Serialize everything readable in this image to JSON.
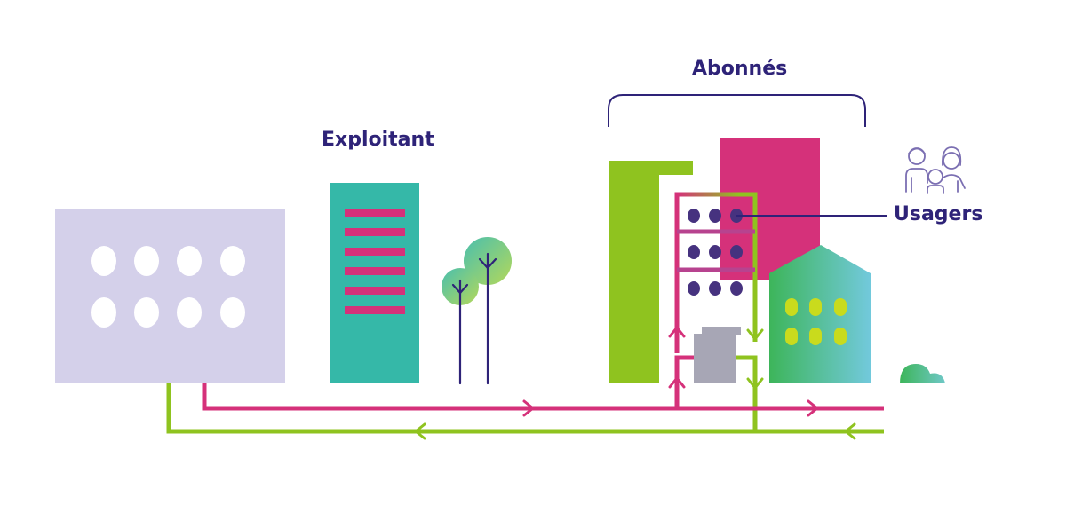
{
  "labels": {
    "exploitant": "Exploitant",
    "abonnes": "Abonnés",
    "usagers": "Usagers"
  },
  "colors": {
    "text": "#2e2378",
    "supply_pipe": "#d5317a",
    "return_pipe": "#8fc31f",
    "plant_building": "#d4d0ea",
    "operator_tower": "#35b8a8",
    "tree_canopy": "#5cc6b4",
    "apartment_windows": "#46327f",
    "house_windows": "#c9db1d",
    "substation": "#a7a6b5"
  },
  "icons": {
    "users": "family-icon",
    "plant": "heating-plant-icon",
    "operator": "office-tower-icon",
    "trees": "tree-icon",
    "substation": "heat-exchanger-icon",
    "flow": "flow-arrow-icon"
  }
}
